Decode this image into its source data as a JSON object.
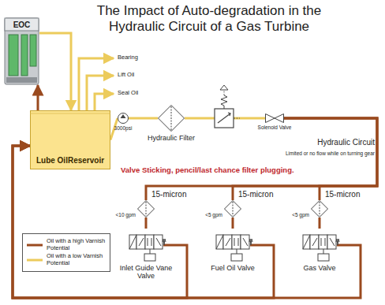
{
  "diagram": {
    "title": "The Impact of Auto-degradation in the Hydraulic Circuit of a Gas Turbine",
    "nodes": [
      {
        "text": [
          "EOC"
        ]
      },
      {
        "text": [
          "Lube OilReservoir"
        ]
      },
      {
        "text": [
          "3000psi"
        ]
      },
      {
        "text": [
          "Hydraulic Filter"
        ]
      },
      {
        "text": [
          "Solenoid Valve"
        ]
      },
      {
        "text": [
          "15-micron",
          "<10 gpm"
        ]
      },
      {
        "text": [
          "Inlet Guide Vane Valve"
        ]
      },
      {
        "text": [
          "15-micron",
          "<5 gpm"
        ]
      },
      {
        "text": [
          "Fuel Oil Valve"
        ]
      },
      {
        "text": [
          "15-micron",
          "<5 gpm"
        ]
      },
      {
        "text": [
          "Gas Valve"
        ]
      }
    ],
    "edges": [
      {
        "from": 0,
        "to": 1,
        "arrow": "to"
      },
      {
        "from": 1,
        "to": 0,
        "arrow": "to"
      },
      {
        "from": 1,
        "to": 2,
        "arrow": "none"
      },
      {
        "from": 2,
        "to": 3,
        "arrow": "none"
      },
      {
        "from": 3,
        "to": 4,
        "arrow": "none"
      },
      {
        "from": 4,
        "to": 5,
        "arrow": "none"
      },
      {
        "from": 4,
        "to": 7,
        "arrow": "none"
      },
      {
        "from": 4,
        "to": 9,
        "arrow": "none"
      },
      {
        "from": 5,
        "to": 6,
        "arrow": "none"
      },
      {
        "from": 7,
        "to": 8,
        "arrow": "none"
      },
      {
        "from": 9,
        "to": 10,
        "arrow": "none"
      },
      {
        "from": 6,
        "to": 1,
        "arrow": "to"
      },
      {
        "from": 8,
        "to": 1,
        "arrow": "to"
      },
      {
        "from": 10,
        "to": 1,
        "arrow": "to"
      }
    ],
    "labels": [
      "Bearing",
      "Lift Oil",
      "Seal Oil",
      "Hydraulic Circuit",
      "Limited or no flow while on turning gear",
      "Valve Sticking, pencil/last chance filter plugging."
    ],
    "legend": [
      {
        "text": "Oil with a high Varnish Potential"
      },
      {
        "text": "Oil with a low Varnish Potential"
      }
    ]
  }
}
